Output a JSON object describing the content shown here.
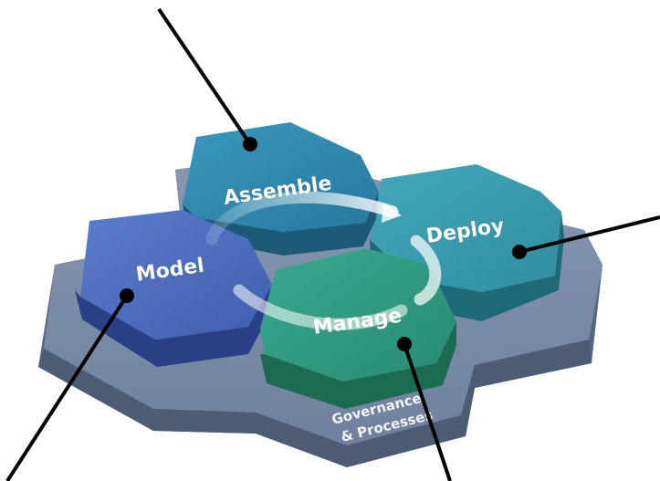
{
  "hexagons": {
    "model": {
      "label": "Model",
      "color": "#4a6bbd"
    },
    "assemble": {
      "label": "Assemble",
      "color": "#2e88ad"
    },
    "deploy": {
      "label": "Deploy",
      "color": "#3699ab"
    },
    "manage": {
      "label": "Manage",
      "color": "#2f9a82"
    }
  },
  "base": {
    "label_line1": "Governance",
    "label_line2": "& Processes",
    "color": "#7d8ea8"
  },
  "cycle_arrow": {
    "color": "#ffffff"
  },
  "callout_color": "#000000"
}
